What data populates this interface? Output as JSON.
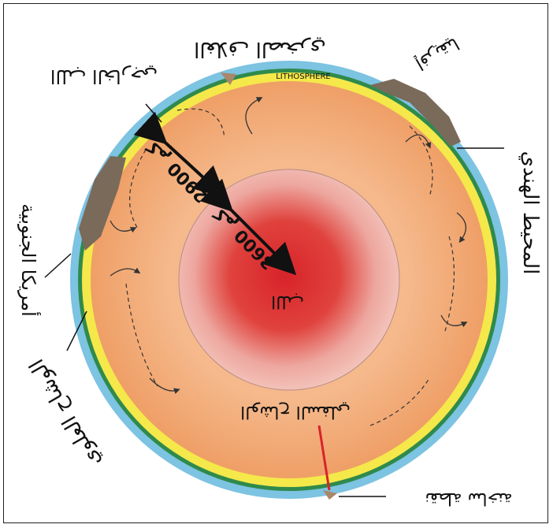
{
  "labels": {
    "bottom_mantle": "الوشاح السفلي",
    "upper_mantle": "الوشاح العلوي",
    "africa": "إفريقيا",
    "indian_ocean": "المحيط الهندي",
    "outer_core": "اللب الخارجي",
    "hotspot": "نقطة ساخنة",
    "south_america": "أمريكا الجنوبية",
    "lithosphere": "الغلاف الصخري",
    "inner_core": "اللب",
    "dist_2900": "2900 كم",
    "dist_3600": "3600 كم",
    "lithosphere_small": "LITHOSPHERE"
  },
  "colors": {
    "ocean": "#7dc3e2",
    "crust": "#f5e84a",
    "mantle": "#f2ad79",
    "core_outer": "#f4c9c0",
    "core_inner": "#d8232a",
    "continent": "#7a6a5a",
    "arrow": "#111111"
  }
}
